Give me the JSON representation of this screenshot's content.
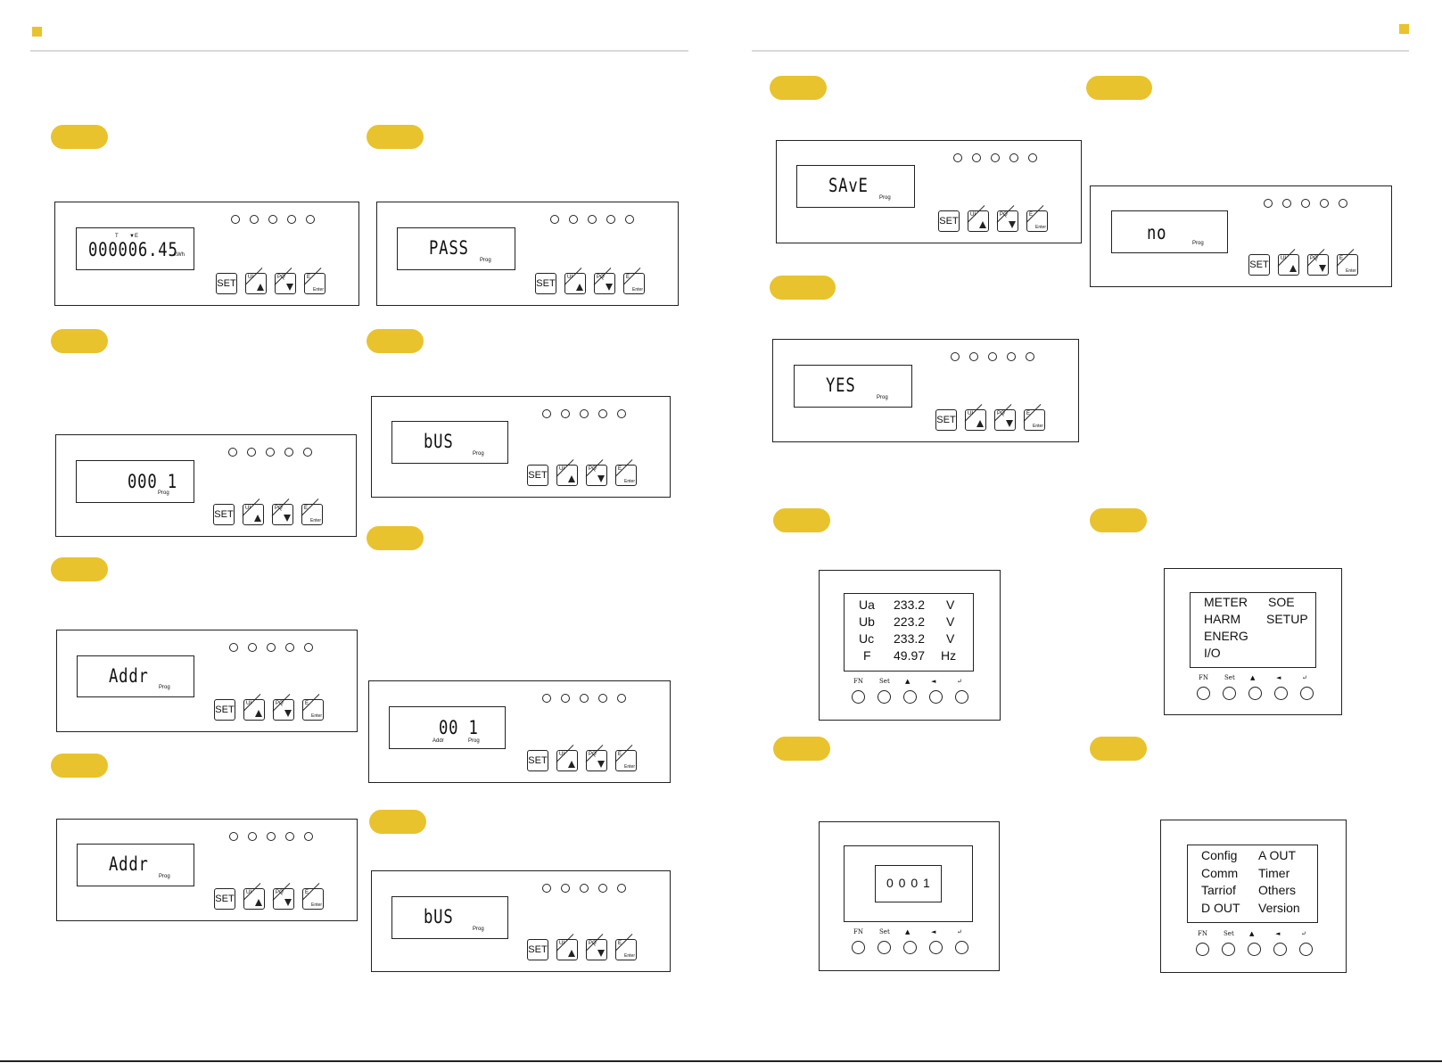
{
  "colors": {
    "accent": "#E8C32E",
    "rule": "#d9d9d9",
    "line": "#222222"
  },
  "buttons": {
    "set": "SET",
    "up": "UI",
    "down": "PQ",
    "enter": "E",
    "enter_sub": "Enter"
  },
  "lcd_labels": {
    "prog": "Prog",
    "kwh": "kWh",
    "addr": "Addr",
    "t": "T",
    "e": "▼E"
  },
  "displays": {
    "energy": "000006.45",
    "pass": "PASS",
    "value1": "000 1",
    "bus1": "bUS",
    "addr1": "Addr",
    "addr2": "Addr",
    "addrval": "00 1",
    "bus2": "bUS",
    "save": "SAvE",
    "yes": "YES",
    "no": "no"
  },
  "keypad_labels": {
    "fn": "FN",
    "set": "Set",
    "up": "▲",
    "left": "◄",
    "enter": "↵"
  },
  "voltage_screen": {
    "rows": [
      {
        "name": "Ua",
        "value": "233.2",
        "unit": "V"
      },
      {
        "name": "Ub",
        "value": "223.2",
        "unit": "V"
      },
      {
        "name": "Uc",
        "value": "233.2",
        "unit": "V"
      },
      {
        "name": "F",
        "value": "49.97",
        "unit": "Hz"
      }
    ]
  },
  "main_menu": {
    "col1": [
      "METER",
      "HARM",
      "ENERG",
      "I/O"
    ],
    "col2": [
      "SOE",
      "SETUP"
    ]
  },
  "password_screen": {
    "value": "0 0 0 1"
  },
  "setup_menu": {
    "col1": [
      "Config",
      "Comm",
      "Tarriof",
      "D OUT"
    ],
    "col2": [
      "A OUT",
      "Timer",
      "Others",
      "Version"
    ]
  }
}
